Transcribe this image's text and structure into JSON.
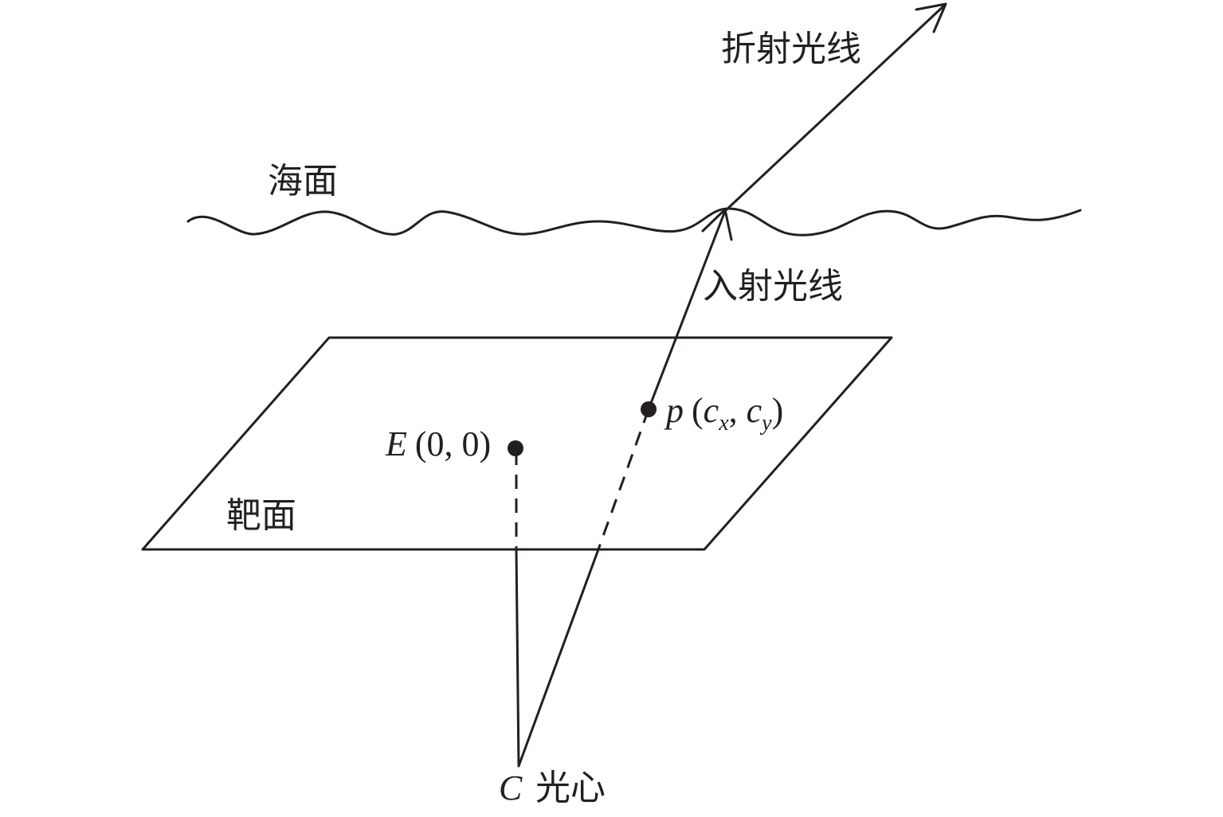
{
  "labels": {
    "refracted_ray": "折射光线",
    "sea_surface": "海面",
    "incident_ray": "入射光线",
    "target_plane": "靶面",
    "point_E": "E",
    "point_E_coords": "(0, 0)",
    "point_p": "p",
    "point_p_open": "(",
    "point_p_cx": "c",
    "point_p_cx_sub": "x",
    "point_p_sep": ", ",
    "point_p_cy": "c",
    "point_p_cy_sub": "y",
    "point_p_close": ")",
    "point_C": "C",
    "optical_center": "光心"
  },
  "colors": {
    "ink": "#231f20",
    "background": "#ffffff"
  }
}
